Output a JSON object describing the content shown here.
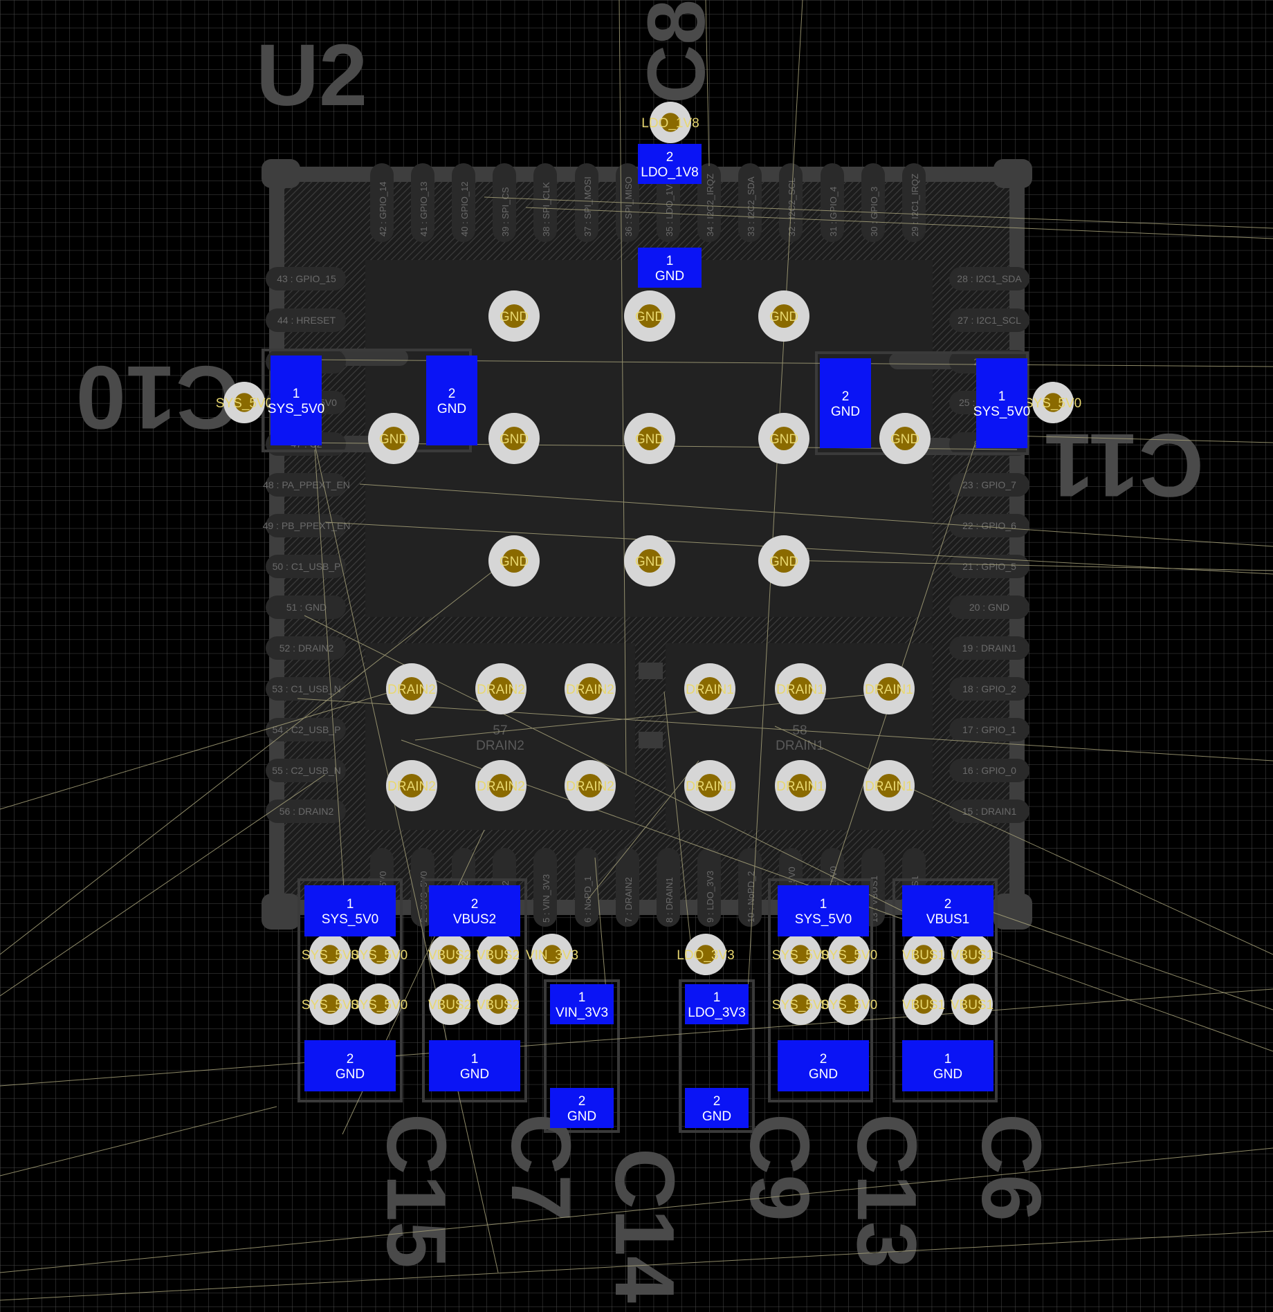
{
  "colors": {
    "background": "#000000",
    "grid": "#4a4a4a",
    "outline": "#3e3e3e",
    "pad_blue": "#0a14f5",
    "pad_text": "#ffffff",
    "via_ring": "#d6d6d6",
    "via_hole": "#8a6a00",
    "net_label": "#e9d870",
    "ratsnest": "#a7a27a",
    "silk_text": "#4a4a4a",
    "pin_text": "#6a6a6a"
  },
  "designators": {
    "u2": "U2",
    "c8": "C8",
    "c10": "C10",
    "c11": "C11",
    "c15": "C15",
    "c7": "C7",
    "c14": "C14",
    "c9": "C9",
    "c13": "C13",
    "c6": "C6"
  },
  "exposed_pads": {
    "ep57_num": "57",
    "ep57_net": "DRAIN2",
    "ep58_num": "58",
    "ep58_net": "DRAIN1"
  },
  "ic_pins": {
    "top": [
      "42 : GPIO_14",
      "41 : GPIO_13",
      "40 : GPIO_12",
      "39 : SPI_CS",
      "38 : SPI_CLK",
      "37 : SPI_MOSI",
      "36 : SPI_MISO",
      "35 : LDO_1V8",
      "34 : I2C2_IRQZ",
      "33 : I2C2_SDA",
      "32 : I2C2_SCL",
      "31 : GPIO_4",
      "30 : GPIO_3",
      "29 : I2C1_IRQZ"
    ],
    "left": [
      "43 : GPIO_15",
      "44 : HRESET",
      "45 : C1",
      "46 : SYS_5V0",
      "47 : C2",
      "48 : PA_PPEXT_EN",
      "49 : PB_PPEXT_EN",
      "50 : C1_USB_P",
      "51 : GND",
      "52 : DRAIN2",
      "53 : C1_USB_N",
      "54 : C2_USB_P",
      "55 : C2_USB_N",
      "56 : DRAIN2"
    ],
    "right": [
      "28 : I2C1_SDA",
      "27 : I2C1_SCL",
      "26 : C1",
      "25 : SYS_5V0",
      "24 : C2",
      "23 : GPIO_7",
      "22 : GPIO_6",
      "21 : GPIO_5",
      "20 : GND",
      "19 : DRAIN1",
      "18 : GPIO_2",
      "17 : GPIO_1",
      "16 : GPIO_0",
      "15 : DRAIN1"
    ],
    "bottom": [
      "1 : SYS_5V0",
      "2 : SYS_5V0",
      "3 : VBUS2",
      "4 : VBUS2",
      "5 : VIN_3V3",
      "6 : NoPD_1",
      "7 : DRAIN2",
      "8 : DRAIN1",
      "9 : LDO_3V3",
      "10 : NoPD_2",
      "11 : SYS_5V0",
      "12 : SYS_5V0",
      "13 : VBUS1",
      "14 : VBUS1"
    ]
  },
  "pads": {
    "c8_p2_num": "2",
    "c8_p2_net": "LDO_1V8",
    "c8_p1_num": "1",
    "c8_p1_net": "GND",
    "c10_p1_num": "1",
    "c10_p1_net": "SYS_5V0",
    "c10_p2_num": "2",
    "c10_p2_net": "GND",
    "c11_p2_num": "2",
    "c11_p2_net": "GND",
    "c11_p1_num": "1",
    "c11_p1_net": "SYS_5V0",
    "c15_p1_num": "1",
    "c15_p1_net": "SYS_5V0",
    "c15_p2_num": "2",
    "c15_p2_net": "GND",
    "c7_p2_num": "2",
    "c7_p2_net": "VBUS2",
    "c7_p1_num": "1",
    "c7_p1_net": "GND",
    "c14_p1_num": "1",
    "c14_p1_net": "VIN_3V3",
    "c14_p2_num": "2",
    "c14_p2_net": "GND",
    "c9_p1_num": "1",
    "c9_p1_net": "LDO_3V3",
    "c9_p2_num": "2",
    "c9_p2_net": "GND",
    "c13_p1_num": "1",
    "c13_p1_net": "SYS_5V0",
    "c13_p2_num": "2",
    "c13_p2_net": "GND",
    "c6_p2_num": "2",
    "c6_p2_net": "VBUS1",
    "c6_p1_num": "1",
    "c6_p1_net": "GND"
  },
  "via_nets": {
    "gnd": "GND",
    "drain1": "DRAIN1",
    "drain2": "DRAIN2",
    "sys_5v0": "SYS_5V0",
    "vbus1": "VBUS1",
    "vbus2": "VBUS2",
    "ldo_1v8": "LDO_1V8",
    "vin_3v3": "VIN_3V3",
    "ldo_3v3": "LDO_3V3"
  }
}
